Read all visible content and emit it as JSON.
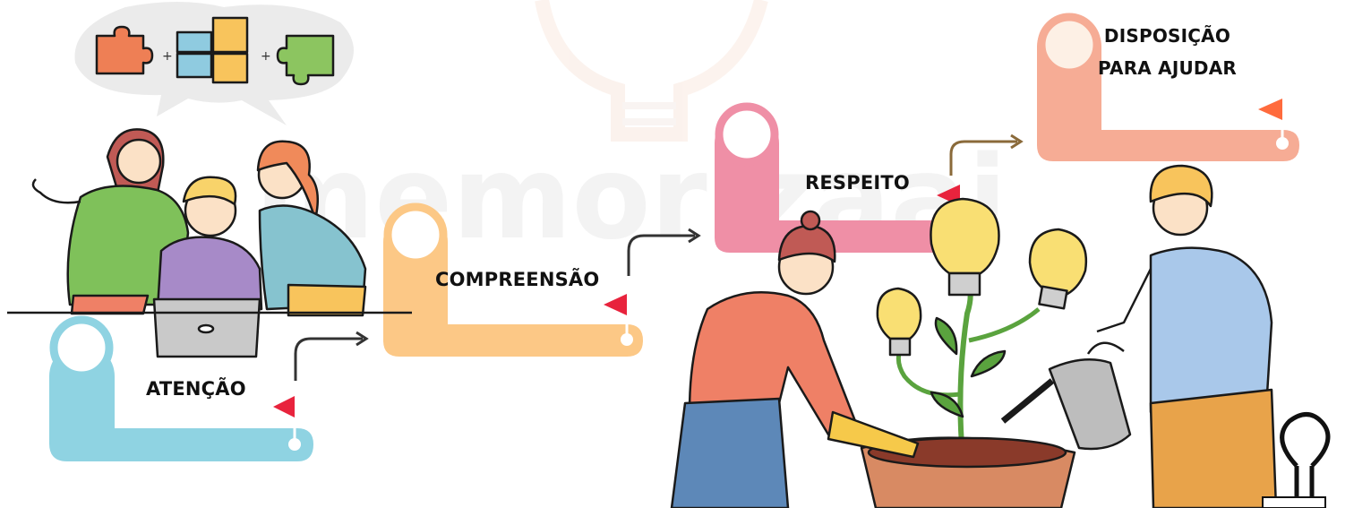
{
  "watermark": "memorizaai",
  "steps": [
    {
      "label": "ATENÇÃO",
      "color": "#8fd3e2"
    },
    {
      "label": "COMPREENSÃO",
      "color": "#fcc886"
    },
    {
      "label": "RESPEITO",
      "color": "#ef8fa6"
    },
    {
      "label": "DISPOSIÇÃO\nPARA AJUDAR",
      "color": "#f6ac95"
    }
  ],
  "colors": {
    "flag": "#e8233d",
    "arrow": "#333333",
    "outline": "#1a1a1a",
    "puzzle_orange": "#ee7f55",
    "puzzle_blue": "#8fcbe0",
    "puzzle_yellow": "#f8c45c",
    "puzzle_green": "#8cc560",
    "bulb": "#f9df73",
    "leaf": "#5aa33e",
    "pot": "#d88a63",
    "soil": "#8a3a2a",
    "can": "#bdbdbd",
    "skin": "#fbe1c6",
    "woman_shirt": "#ef8066",
    "woman_jeans": "#5d88b8",
    "man_shirt": "#a9c8ea",
    "man_pants": "#e8a34a",
    "girl_green": "#7fc15a",
    "boy_purple": "#a78ac8",
    "girl_teal": "#86c3cf"
  },
  "icons": [
    "puzzle-icon",
    "lightbulb-icon",
    "flag-icon",
    "arrow-icon",
    "binder-clip-icon",
    "laptop-icon",
    "watering-can-icon"
  ]
}
